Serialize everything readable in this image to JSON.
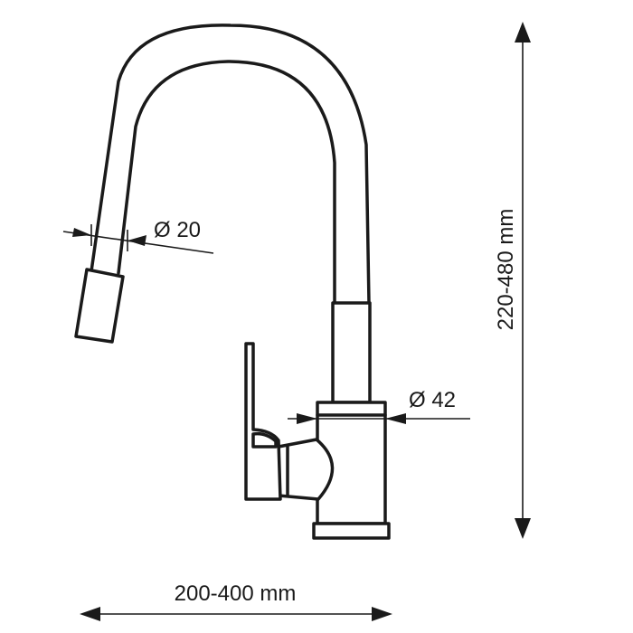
{
  "dimensions": {
    "height_label": "220-480 mm",
    "width_label": "200-400 mm",
    "spout_diameter_label": "Ø 20",
    "body_diameter_label": "Ø 42"
  },
  "icons": {
    "faucet": "faucet-icon"
  }
}
